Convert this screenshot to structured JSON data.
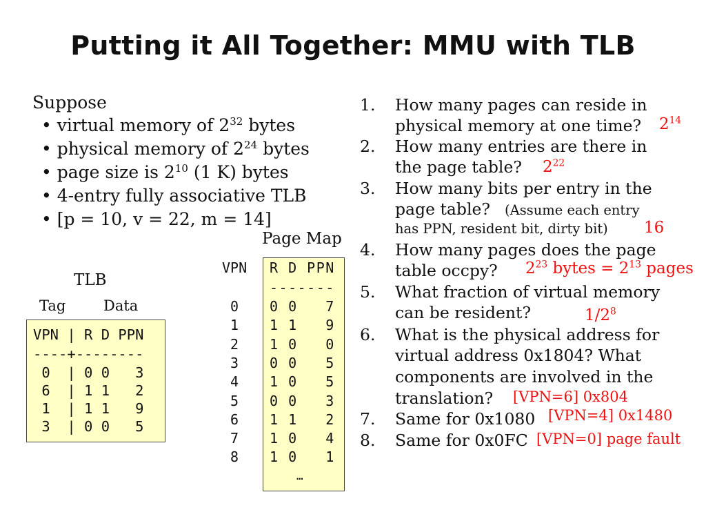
{
  "title": "Putting it All Together: MMU with TLB",
  "suppose": {
    "heading": "Suppose",
    "bullets": [
      {
        "pre": "virtual memory of 2",
        "sup": "32",
        "post": " bytes"
      },
      {
        "pre": "physical memory of 2",
        "sup": "24",
        "post": " bytes"
      },
      {
        "pre": "page size is 2",
        "sup": "10",
        "post": " (1 K) bytes"
      },
      {
        "pre": "4-entry fully associative TLB",
        "sup": "",
        "post": ""
      },
      {
        "pre": "[p = 10, v = 22, m = 14]",
        "sup": "",
        "post": ""
      }
    ]
  },
  "tlb": {
    "label": "TLB",
    "tag_label": "Tag",
    "data_label": "Data",
    "header": "VPN | R D PPN",
    "divider": "----+--------",
    "rows": [
      " 0  | 0 0   3",
      " 6  | 1 1   2",
      " 1  | 1 1   9",
      " 3  | 0 0   5"
    ]
  },
  "page_map": {
    "label": "Page Map",
    "vpn_label": "VPN",
    "header": "R D PPN",
    "divider": "-------",
    "vpns": [
      "0",
      "1",
      "2",
      "3",
      "4",
      "5",
      "6",
      "7",
      "8"
    ],
    "rows": [
      "0 0   7",
      "1 1   9",
      "1 0   0",
      "0 0   5",
      "1 0   5",
      "0 0   3",
      "1 1   2",
      "1 0   4",
      "1 0   1"
    ],
    "ellipsis": "…"
  },
  "questions": [
    {
      "num": "1.",
      "lines": [
        "How many pages can reside in",
        "physical memory at one time?"
      ]
    },
    {
      "num": "2.",
      "lines": [
        "How many entries are there in",
        "the page table?"
      ]
    },
    {
      "num": "3.",
      "lines": [
        "How many bits per entry in the",
        "page table?",
        "(Assume each entry",
        "has PPN, resident bit, dirty bit)"
      ]
    },
    {
      "num": "4.",
      "lines": [
        "How many pages does the page",
        "table occpy?"
      ]
    },
    {
      "num": "5.",
      "lines": [
        "What fraction of virtual memory",
        "can be resident?"
      ]
    },
    {
      "num": "6.",
      "lines": [
        "What is the physical address for",
        "virtual address 0x1804? What",
        "components are involved in the",
        "translation?"
      ]
    },
    {
      "num": "7.",
      "lines": [
        "Same for 0x1080"
      ]
    },
    {
      "num": "8.",
      "lines": [
        "Same for 0x0FC"
      ]
    }
  ],
  "answers": {
    "a1": {
      "base": "2",
      "sup": "14"
    },
    "a2": {
      "base": "2",
      "sup": "22"
    },
    "a3": "16",
    "a4": {
      "b1": "2",
      "s1": "23",
      "mid": " bytes = 2",
      "s2": "13",
      "post": " pages"
    },
    "a5": {
      "base": "1/2",
      "sup": "8"
    },
    "a6": "[VPN=6] 0x804",
    "a7": "[VPN=4] 0x1480",
    "a8": "[VPN=0] page fault"
  }
}
